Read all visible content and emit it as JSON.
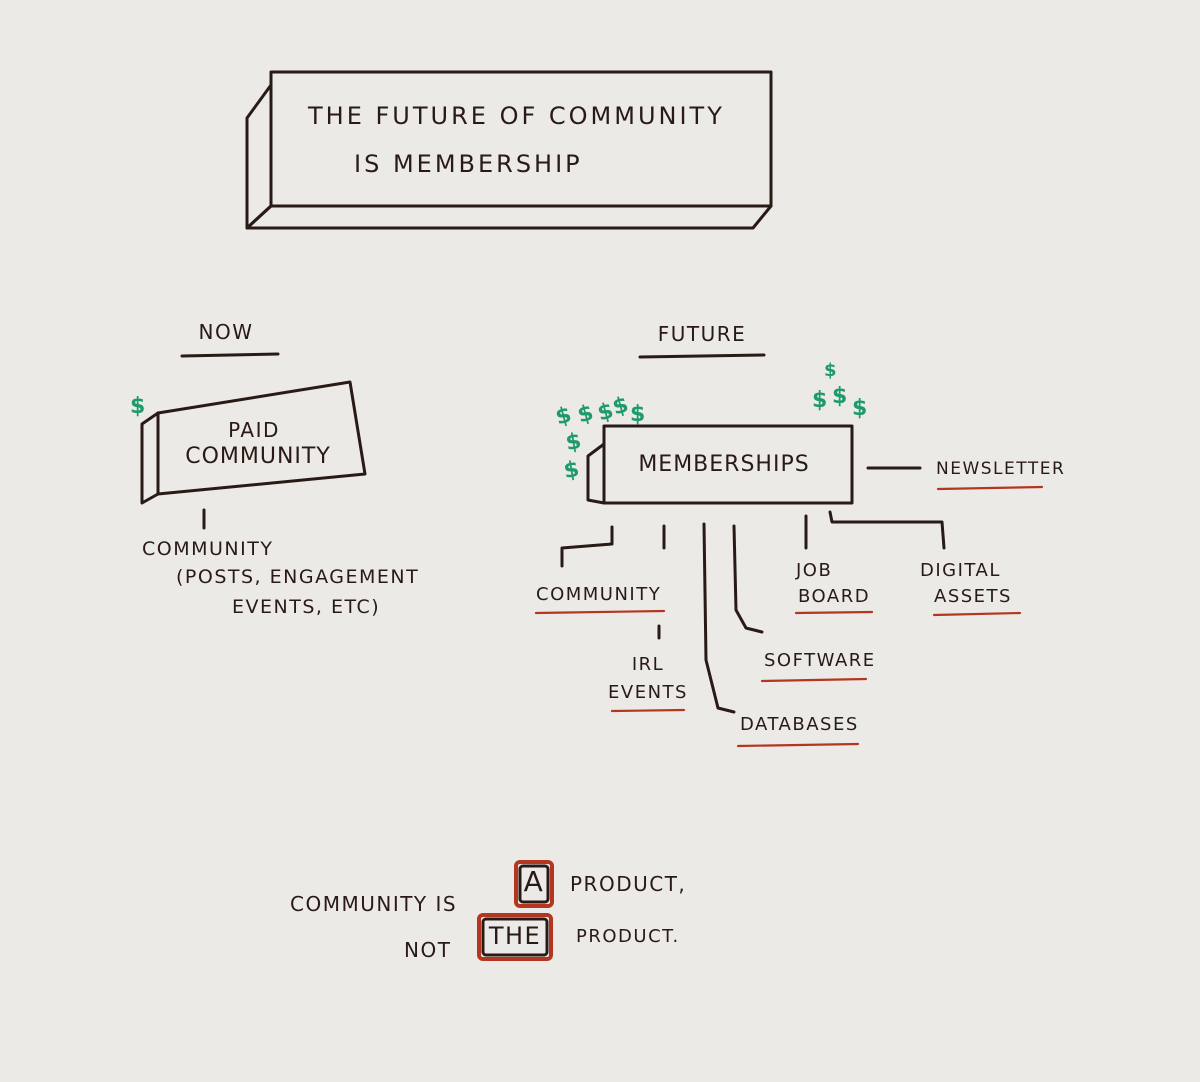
{
  "title": {
    "line1": "THE FUTURE OF COMMUNITY",
    "line2": "IS MEMBERSHIP"
  },
  "now": {
    "heading": "NOW",
    "box_line1": "PAID",
    "box_line2": "COMMUNITY",
    "detail_line1": "COMMUNITY",
    "detail_line2": "(POSTS, ENGAGEMENT",
    "detail_line3": "EVENTS, ETC)"
  },
  "future": {
    "heading": "FUTURE",
    "box_label": "MEMBERSHIPS",
    "newsletter": "NEWSLETTER",
    "community": "COMMUNITY",
    "irl_line1": "IRL",
    "irl_line2": "EVENTS",
    "databases": "DATABASES",
    "software": "SOFTWARE",
    "job_line1": "JOB",
    "job_line2": "BOARD",
    "digital_line1": "DIGITAL",
    "digital_line2": "ASSETS"
  },
  "dollar_symbol": "$",
  "footer": {
    "line1_prefix": "COMMUNITY IS",
    "line1_boxed": "A",
    "line1_suffix": "PRODUCT,",
    "line2_prefix": "NOT",
    "line2_boxed": "THE",
    "line2_suffix": "PRODUCT."
  },
  "colors": {
    "ink": "#2a1a16",
    "accent_red": "#b5361f",
    "dollar_green": "#1f9a6b",
    "paper": "#ebeae6"
  }
}
